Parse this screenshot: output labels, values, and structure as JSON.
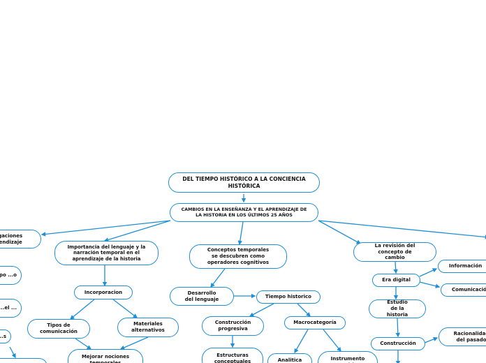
{
  "colors": {
    "line": "#1e8fd6",
    "node_border": "#1e8fd6",
    "text": "#111111",
    "background": "#ffffff"
  },
  "nodes": {
    "root": "DEL TIEMPO HISTÓRICO A LA CONCIENCIA HISTÓRICA",
    "cambios": "CAMBIOS EN LA ENSEÑANZA Y EL APRENDIZAJE DE LA HISTORIA EN LOS ÚLTIMOS 25 AÑOS",
    "investigaciones": "...igaciones ...rendizaje",
    "importancia": "Importancia del lenguaje y la narración temporal en el aprendizaje de la historia",
    "conceptos": "Conceptos temporales se descubren como operadores cognitivos",
    "revision": "La revisión del concepto de cambio",
    "left_po": "...po ...o",
    "left_el": "...el ...",
    "left_s": "...s",
    "left_bottom": "",
    "incorporacion": "Incorporacion",
    "tipos": "Tipos de comunicación",
    "materiales": "Materiales alternativos",
    "mejorar": "Mejorar nociones temporales",
    "desarrollo": "Desarrollo del lenguaje",
    "tiempo": "Tiempo historico",
    "construccion_prog": "Construcción progresiva",
    "macrocategoria": "Macrocategoría",
    "estructuras": "Estructuras conceptuales",
    "analitica": "Analitica",
    "instrumento": "Instrumento cognitivo",
    "era_digital": "Era digital",
    "informacion": "Información",
    "comunicacion": "Comunicación",
    "estudio": "Estudio de la historia",
    "construccion": "Construcción",
    "racionalidad": "Racionalidad del pasado"
  }
}
